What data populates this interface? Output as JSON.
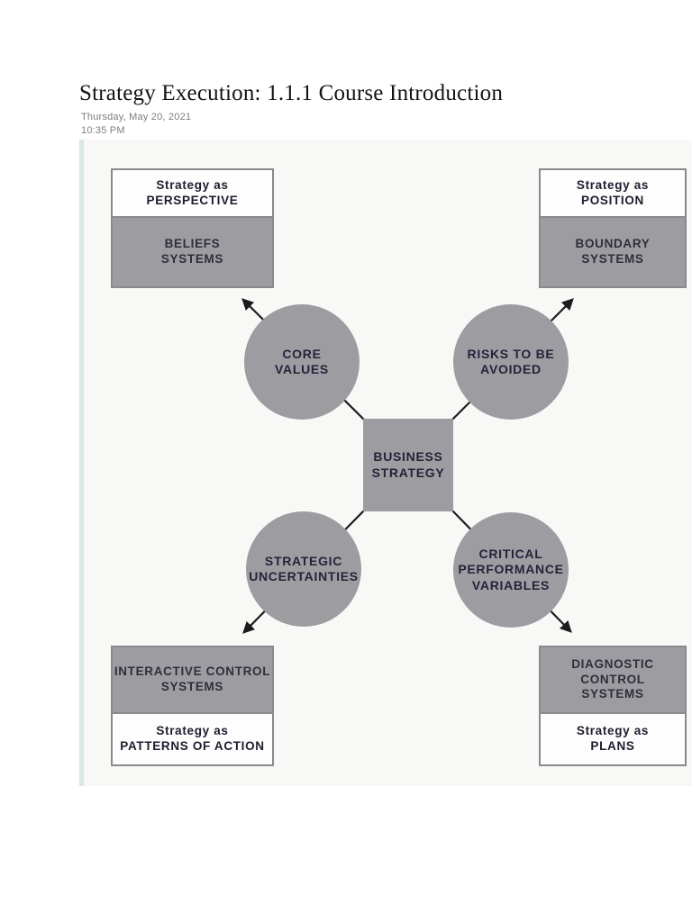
{
  "page": {
    "title": "Strategy Execution: 1.1.1 Course Introduction",
    "date": "Thursday, May 20, 2021",
    "time": "10:35 PM"
  },
  "diagram": {
    "center_label": "BUSINESS\nSTRATEGY",
    "circles": {
      "top_left": "CORE\nVALUES",
      "top_right": "RISKS TO BE\nAVOIDED",
      "bottom_left": "STRATEGIC\nUNCERTAINTIES",
      "bottom_right": "CRITICAL\nPERFORMANCE\nVARIABLES"
    },
    "boxes": {
      "top_left": {
        "strategy_label": "Strategy as\nPERSPECTIVE",
        "system_label": "BELIEFS\nSYSTEMS"
      },
      "top_right": {
        "strategy_label": "Strategy as\nPOSITION",
        "system_label": "BOUNDARY\nSYSTEMS"
      },
      "bottom_left": {
        "system_label": "INTERACTIVE CONTROL\nSYSTEMS",
        "strategy_label": "Strategy as\nPATTERNS OF ACTION"
      },
      "bottom_right": {
        "system_label": "DIAGNOSTIC CONTROL\nSYSTEMS",
        "strategy_label": "Strategy as\nPLANS"
      }
    },
    "colors": {
      "shape_fill": "#9d9da1",
      "label_text": "#23233a",
      "box_border": "#8a8a8e",
      "arrow": "#1b1b1b",
      "panel_background": "#f8f8f6",
      "accent_strip": "#dce8e3"
    }
  }
}
